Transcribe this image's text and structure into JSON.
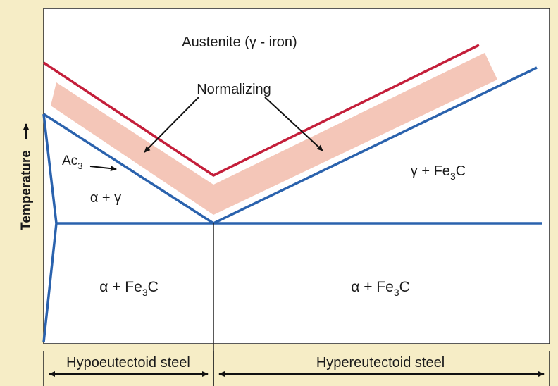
{
  "diagram": {
    "axis_label": "Temperature",
    "regions": {
      "austenite": "Austenite (γ - iron)",
      "alpha_gamma": "α + γ",
      "gamma_fe3c": {
        "main": "γ + Fe",
        "sub": "3",
        "tail": "C"
      },
      "alpha_fe3c_left": {
        "main": "α + Fe",
        "sub": "3",
        "tail": "C"
      },
      "alpha_fe3c_right": {
        "main": "α + Fe",
        "sub": "3",
        "tail": "C"
      }
    },
    "annotations": {
      "normalizing": "Normalizing",
      "ac3": {
        "main": "Ac",
        "sub": "3"
      }
    },
    "bottom_labels": {
      "hypo": "Hypoeutectoid steel",
      "hyper": "Hypereutectoid steel"
    },
    "colors": {
      "background": "#f6edc6",
      "plot_fill": "#ffffff",
      "phase_line": "#2a62ad",
      "normalizing_line": "#c41e3a",
      "normalizing_band": "#f4c6b8",
      "text": "#1a1a1a"
    }
  }
}
